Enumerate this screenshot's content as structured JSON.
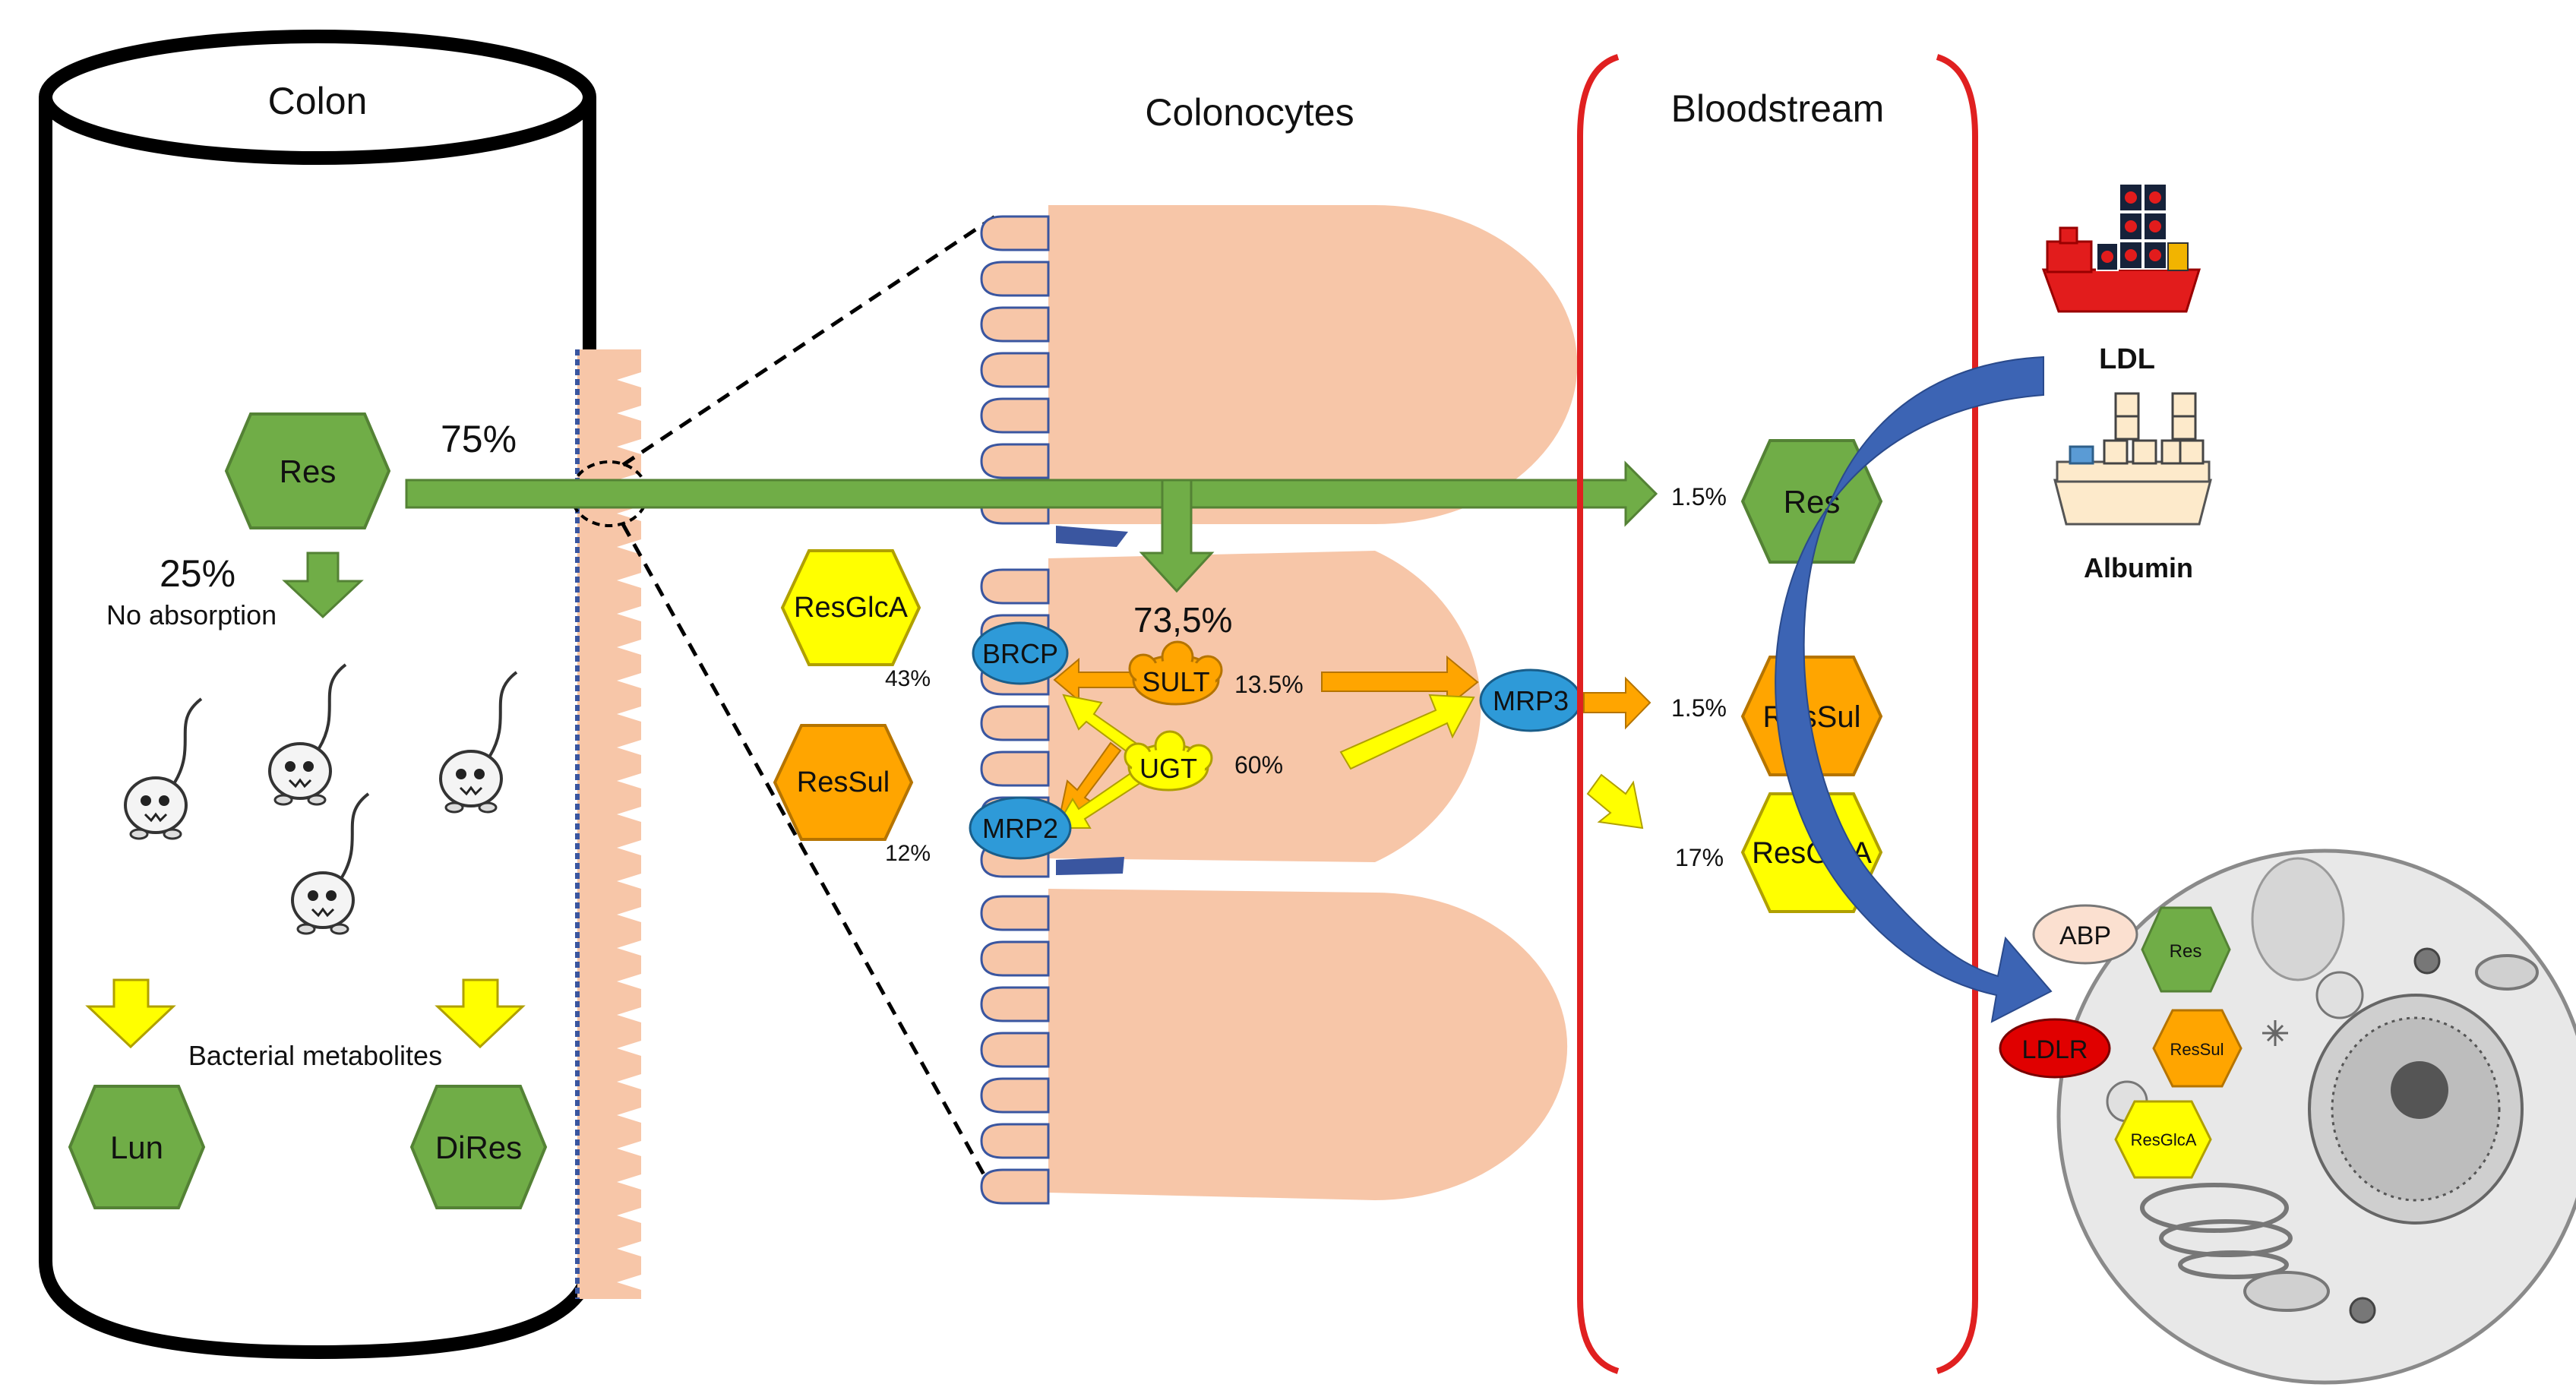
{
  "regions": {
    "colon": "Colon",
    "colonocytes": "Colonocytes",
    "bloodstream": "Bloodstream"
  },
  "colon": {
    "res": "Res",
    "absorbed_pct": "75%",
    "not_absorbed_pct": "25%",
    "no_absorption": "No absorption",
    "bacterial_metabolites": "Bacterial metabolites",
    "lun": "Lun",
    "dires": "DiRes",
    "bacteria_count": 4
  },
  "colonocytes": {
    "metabolized_pct": "73,5%",
    "resglca": "ResGlcA",
    "resglca_pct": "43%",
    "ressul": "ResSul",
    "ressul_pct": "12%",
    "brcp": "BRCP",
    "sult": "SULT",
    "sult_pct": "13.5%",
    "ugt": "UGT",
    "ugt_pct": "60%",
    "mrp2": "MRP2",
    "mrp3": "MRP3"
  },
  "bloodstream": {
    "res_pct": "1.5%",
    "res": "Res",
    "ressul_pct": "1.5%",
    "ressul": "ResSul",
    "resglca_pct": "17%",
    "resglca": "ResGlcA"
  },
  "carriers": {
    "ldl": "LDL",
    "albumin": "Albumin"
  },
  "cell": {
    "abp": "ABP",
    "ldlr": "LDLR",
    "res": "Res",
    "ressul": "ResSul",
    "resglca": "ResGlcA"
  },
  "colors": {
    "green_metabolite": "#70ad47",
    "orange_metabolite": "#ffa500",
    "yellow_metabolite": "#ffff00",
    "transporter_blue": "#2e9ad8",
    "blood_border": "#e02020",
    "colonocyte": "#f7c6a8",
    "carrier_arrow": "#3c64b4"
  }
}
